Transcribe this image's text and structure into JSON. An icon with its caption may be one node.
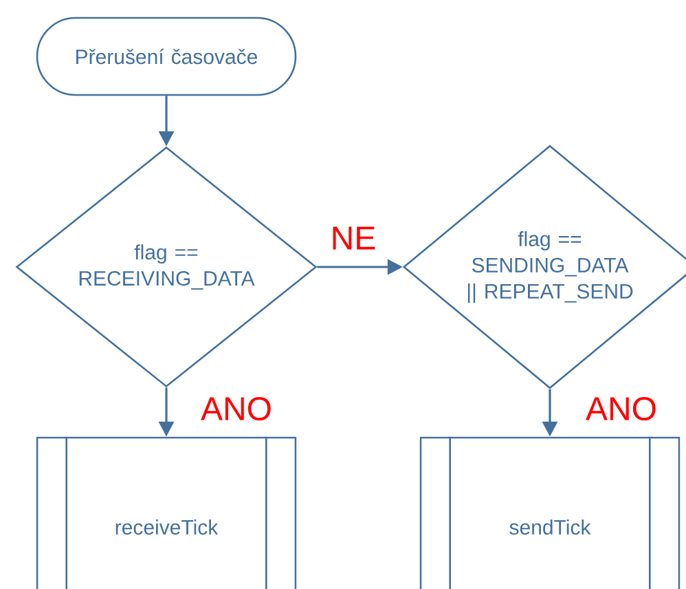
{
  "diagram": {
    "nodes": [
      {
        "text": [
          "Přerušení časovače"
        ]
      },
      {
        "text": [
          "flag == RECEIVING_DATA"
        ]
      },
      {
        "text": [
          "flag == SENDING_DATA || REPEAT_SEND"
        ]
      },
      {
        "text": [
          "receiveTick"
        ]
      },
      {
        "text": [
          "sendTick"
        ]
      }
    ],
    "edges": [
      {
        "from": 0,
        "to": 1,
        "arrow": "to"
      },
      {
        "from": 1,
        "to": 2,
        "arrow": "to",
        "label": "NE"
      },
      {
        "from": 1,
        "to": 3,
        "arrow": "to",
        "label": "ANO"
      },
      {
        "from": 2,
        "to": 4,
        "arrow": "to",
        "label": "ANO"
      }
    ]
  }
}
